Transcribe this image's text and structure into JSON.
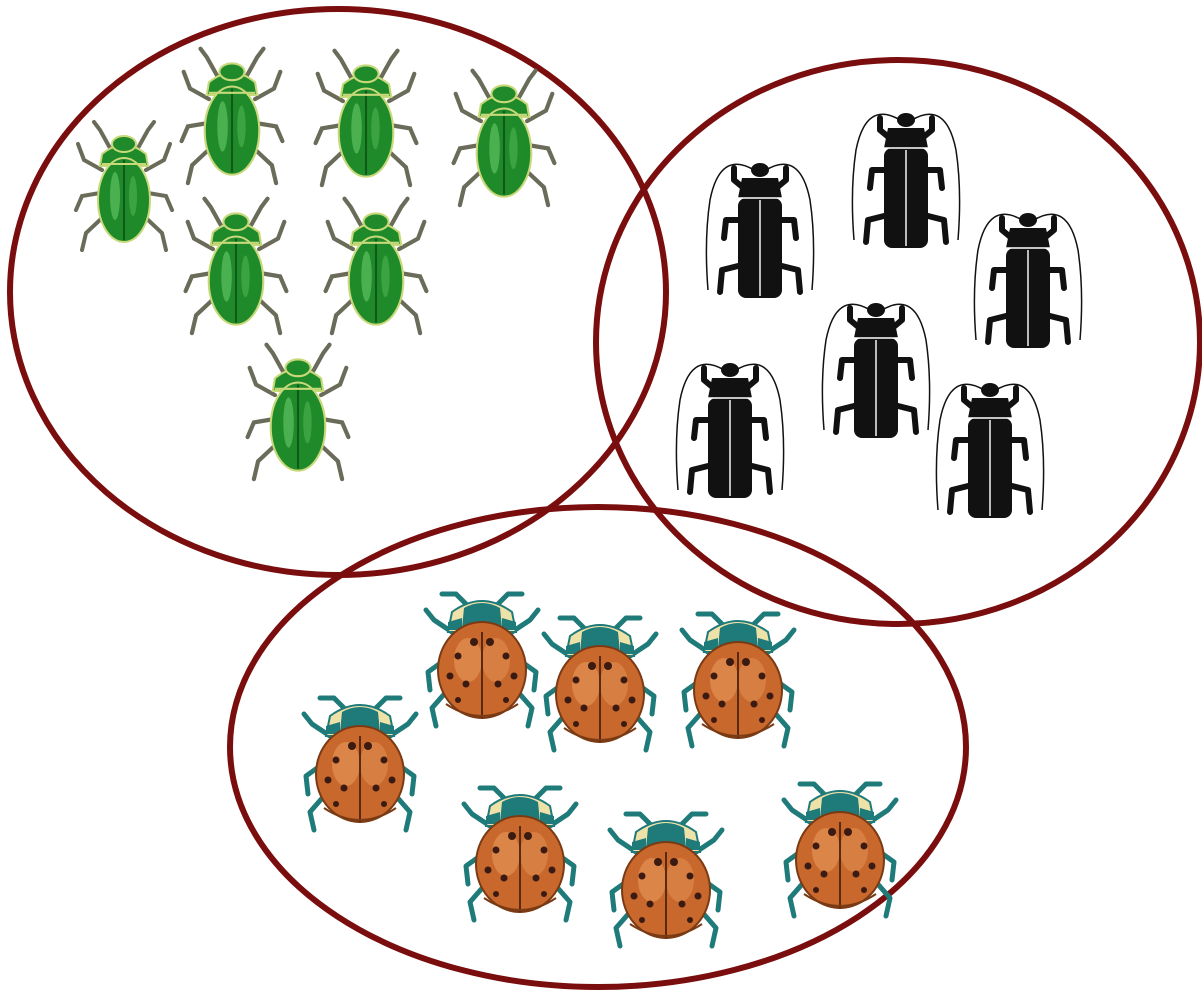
{
  "colors": {
    "background": "#ffffff",
    "ellipse_stroke": "#7a0d0d",
    "green_body": "#1f8a2a",
    "green_highlight": "#6fd16f",
    "green_edge": "#c8d97a",
    "black_body": "#111111",
    "orange_body": "#c8682c",
    "orange_highlight": "#e89a5d",
    "teal_head": "#1f7a7a",
    "cream_head": "#efe2a8",
    "dark_spot": "#3b1a12",
    "leg_gray": "#6b6b5a"
  },
  "groups": [
    {
      "name": "green-beetles",
      "icon": "green-beetle-icon",
      "count": 7
    },
    {
      "name": "black-cockroaches",
      "icon": "black-cockroach-icon",
      "count": 6
    },
    {
      "name": "orange-ladybugs",
      "icon": "orange-ladybug-icon",
      "count": 7
    }
  ]
}
